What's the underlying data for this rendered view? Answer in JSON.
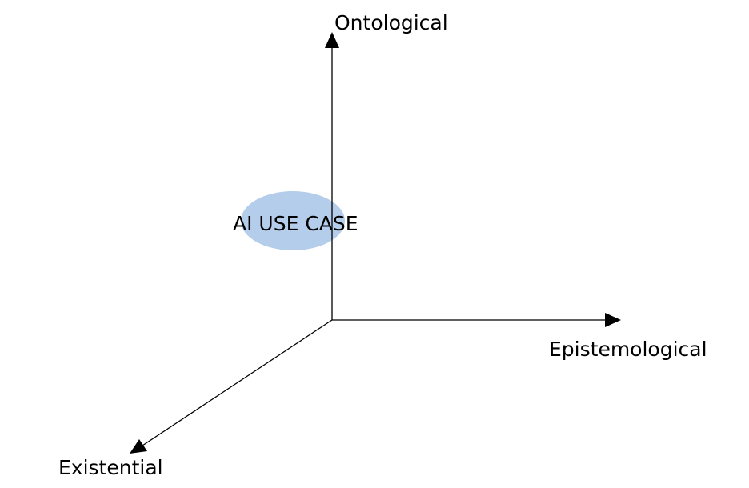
{
  "axes": {
    "vertical": {
      "label": "Ontological"
    },
    "horizontal": {
      "label": "Epistemological"
    },
    "diagonal": {
      "label": "Existential"
    }
  },
  "use_case": {
    "label": "AI USE CASE",
    "fill_color": "#b4cdea"
  },
  "colors": {
    "axis": "#000000",
    "text": "#000000",
    "background": "#ffffff"
  }
}
